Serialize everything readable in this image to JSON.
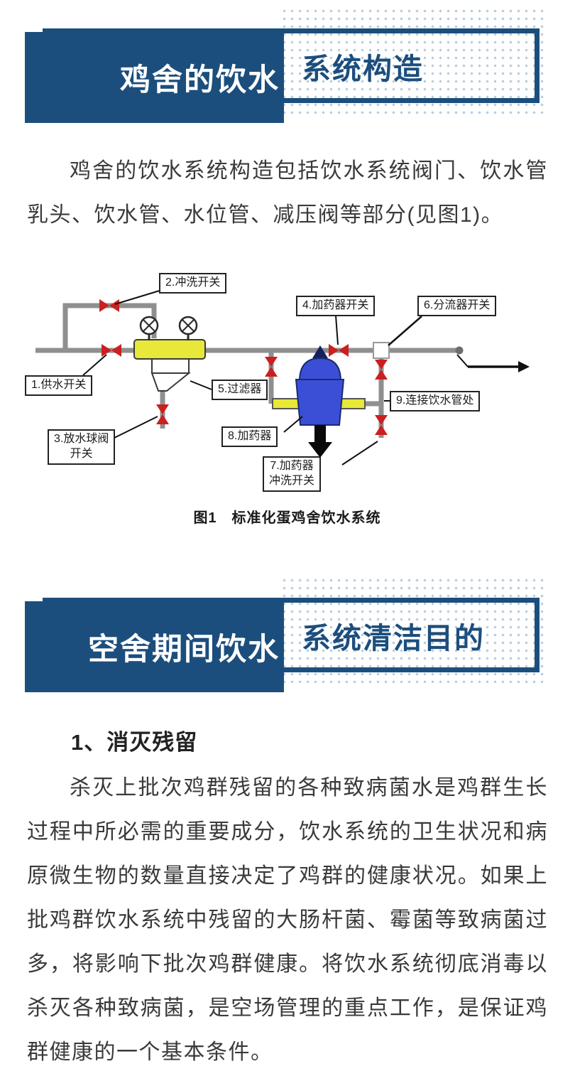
{
  "colors": {
    "navy": "#1c4e7d",
    "body_text": "#3a3a3a",
    "valve_red": "#cc1f1f",
    "filter_yellow": "#e8e838",
    "device_blue": "#3b4fd6",
    "pipe_gray": "#8f8f8f"
  },
  "banner1": {
    "left_title": "鸡舍的饮水",
    "right_title": "系统构造"
  },
  "intro_paragraph": "鸡舍的饮水系统构造包括饮水系统阀门、饮水管乳头、饮水管、水位管、减压阀等部分(见图1)。",
  "figure": {
    "caption": "图1　标准化蛋鸡舍饮水系统",
    "labels": {
      "l1": "1.供水开关",
      "l2": "2.冲洗开关",
      "l3": "3.放水球阀\n开关",
      "l4": "4.加药器开关",
      "l5": "5.过滤器",
      "l6": "6.分流器开关",
      "l7": "7.加药器\n冲洗开关",
      "l8": "8.加药器",
      "l9": "9.连接饮水管处"
    }
  },
  "banner2": {
    "left_title": "空舍期间饮水",
    "right_title": "系统清洁目的"
  },
  "section1": {
    "heading": "1、消灭残留",
    "paragraph": "杀灭上批次鸡群残留的各种致病菌水是鸡群生长过程中所必需的重要成分，饮水系统的卫生状况和病原微生物的数量直接决定了鸡群的健康状况。如果上批鸡群饮水系统中残留的大肠杆菌、霉菌等致病菌过多，将影响下批次鸡群健康。将饮水系统彻底消毒以杀灭各种致病菌，是空场管理的重点工作，是保证鸡群健康的一个基本条件。"
  }
}
